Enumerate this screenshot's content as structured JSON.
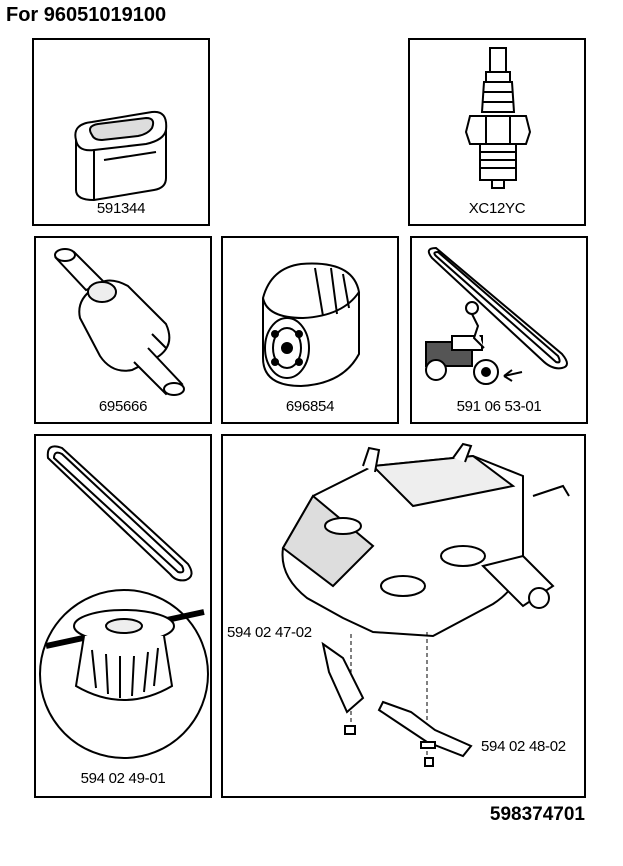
{
  "header": {
    "title": "For 96051019100"
  },
  "footer": {
    "doc_number": "598374701"
  },
  "parts": {
    "air_filter": {
      "part_number": "591344"
    },
    "spark_plug": {
      "part_number": "XC12YC"
    },
    "fuel_filter": {
      "part_number": "695666"
    },
    "oil_filter": {
      "part_number": "696854"
    },
    "drive_belt": {
      "part_number": "591 06 53-01"
    },
    "deck_belt_pulley": {
      "part_number": "594 02 49-01"
    },
    "blade_left": {
      "part_number": "594 02 47-02"
    },
    "blade_right": {
      "part_number": "594 02 48-02"
    }
  }
}
